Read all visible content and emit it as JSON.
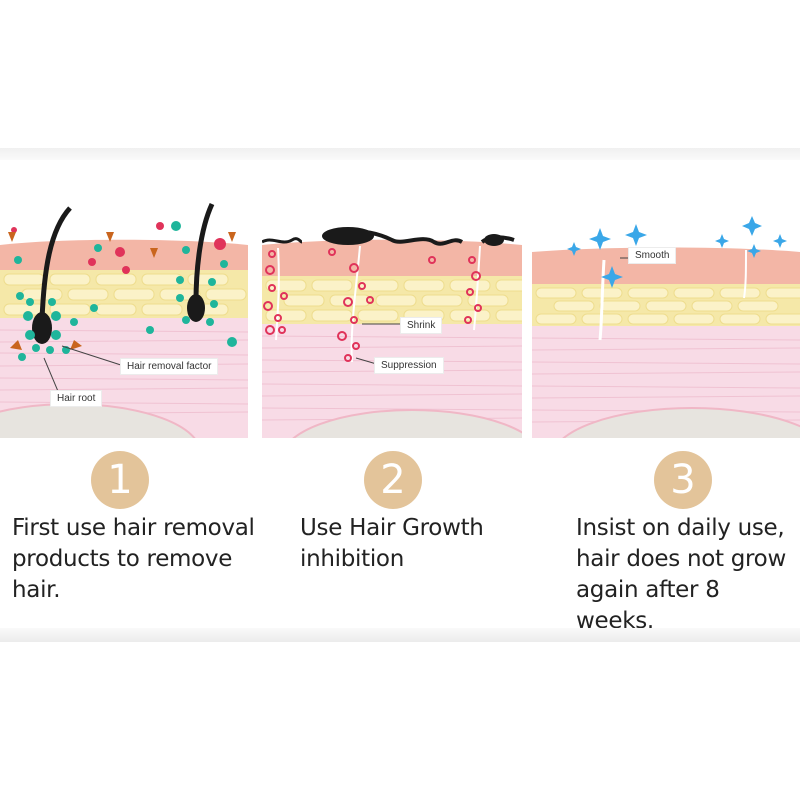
{
  "colors": {
    "step_circle": "#e3c49a",
    "skin_top": "#f3b6a6",
    "fat_layer": "#f5e8a8",
    "dermis": "#f8dbe6",
    "removal_particle": "#1fb59b",
    "growth_particle": "#e0335a",
    "sparkle": "#3aa7e8"
  },
  "icons": [
    "hair-strand-icon",
    "particle-icon",
    "arrow-icon",
    "sparkle-icon"
  ],
  "steps": [
    {
      "number": "1",
      "text_lines": [
        "First use hair removal",
        "products to remove",
        "hair."
      ],
      "labels": {
        "factor": "Hair removal factor",
        "root": "Hair root"
      }
    },
    {
      "number": "2",
      "text_lines": [
        "Use Hair Growth",
        "inhibition"
      ],
      "labels": {
        "shrink": "Shrink",
        "suppression": "Suppression"
      }
    },
    {
      "number": "3",
      "text_lines": [
        "Insist on daily use,",
        "hair does not grow",
        "again after 8 weeks."
      ],
      "labels": {
        "smooth": "Smooth"
      }
    }
  ]
}
